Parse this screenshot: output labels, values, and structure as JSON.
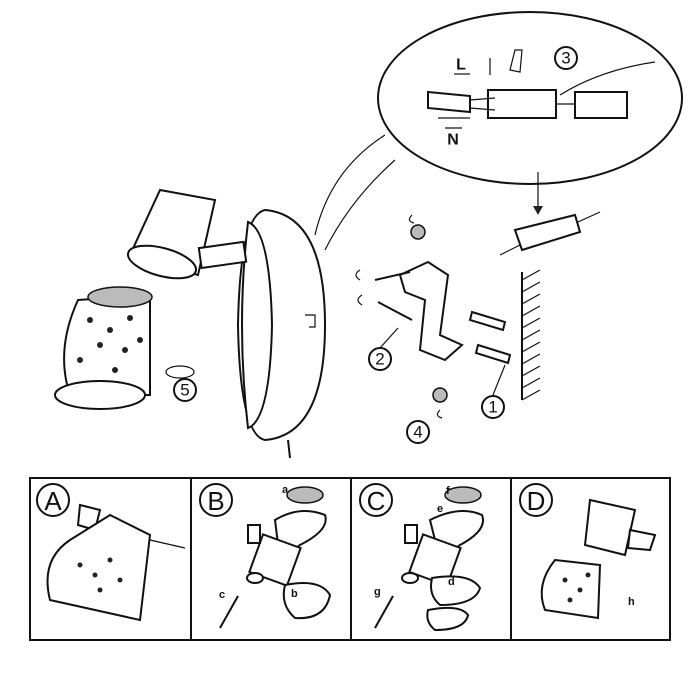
{
  "callouts": {
    "connect": "3",
    "live": "L",
    "neutral": "N",
    "plug": "1",
    "screw": "2",
    "cap_screw": "4",
    "shade_rotate": "5"
  },
  "panels": [
    {
      "label": "A",
      "letters": []
    },
    {
      "label": "B",
      "letters": [
        "a",
        "b",
        "c"
      ]
    },
    {
      "label": "C",
      "letters": [
        "d",
        "e",
        "f",
        "g"
      ]
    },
    {
      "label": "D",
      "letters": [
        "h"
      ]
    }
  ]
}
